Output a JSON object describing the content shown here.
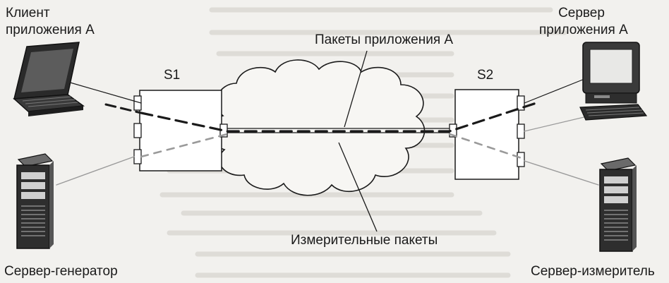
{
  "labels": {
    "client_line1": "Клиент",
    "client_line2": "приложения А",
    "server_line1": "Сервер",
    "server_line2": "приложения А",
    "app_packets": "Пакеты приложения А",
    "measure_packets": "Измерительные пакеты",
    "generator": "Сервер-генератор",
    "meter": "Сервер-измеритель",
    "switch1": "S1",
    "switch2": "S2"
  },
  "colors": {
    "background": "#f2f1ee",
    "ink": "#1a1a1a",
    "box_fill": "#ffffff",
    "faded_line": "#9a9a9a",
    "bg_text": "#b9b6af"
  },
  "icons": {
    "client": "laptop-icon",
    "app_server": "desktop-computer-icon",
    "generator": "tower-server-icon",
    "meter": "tower-server-icon",
    "network": "cloud-icon"
  }
}
